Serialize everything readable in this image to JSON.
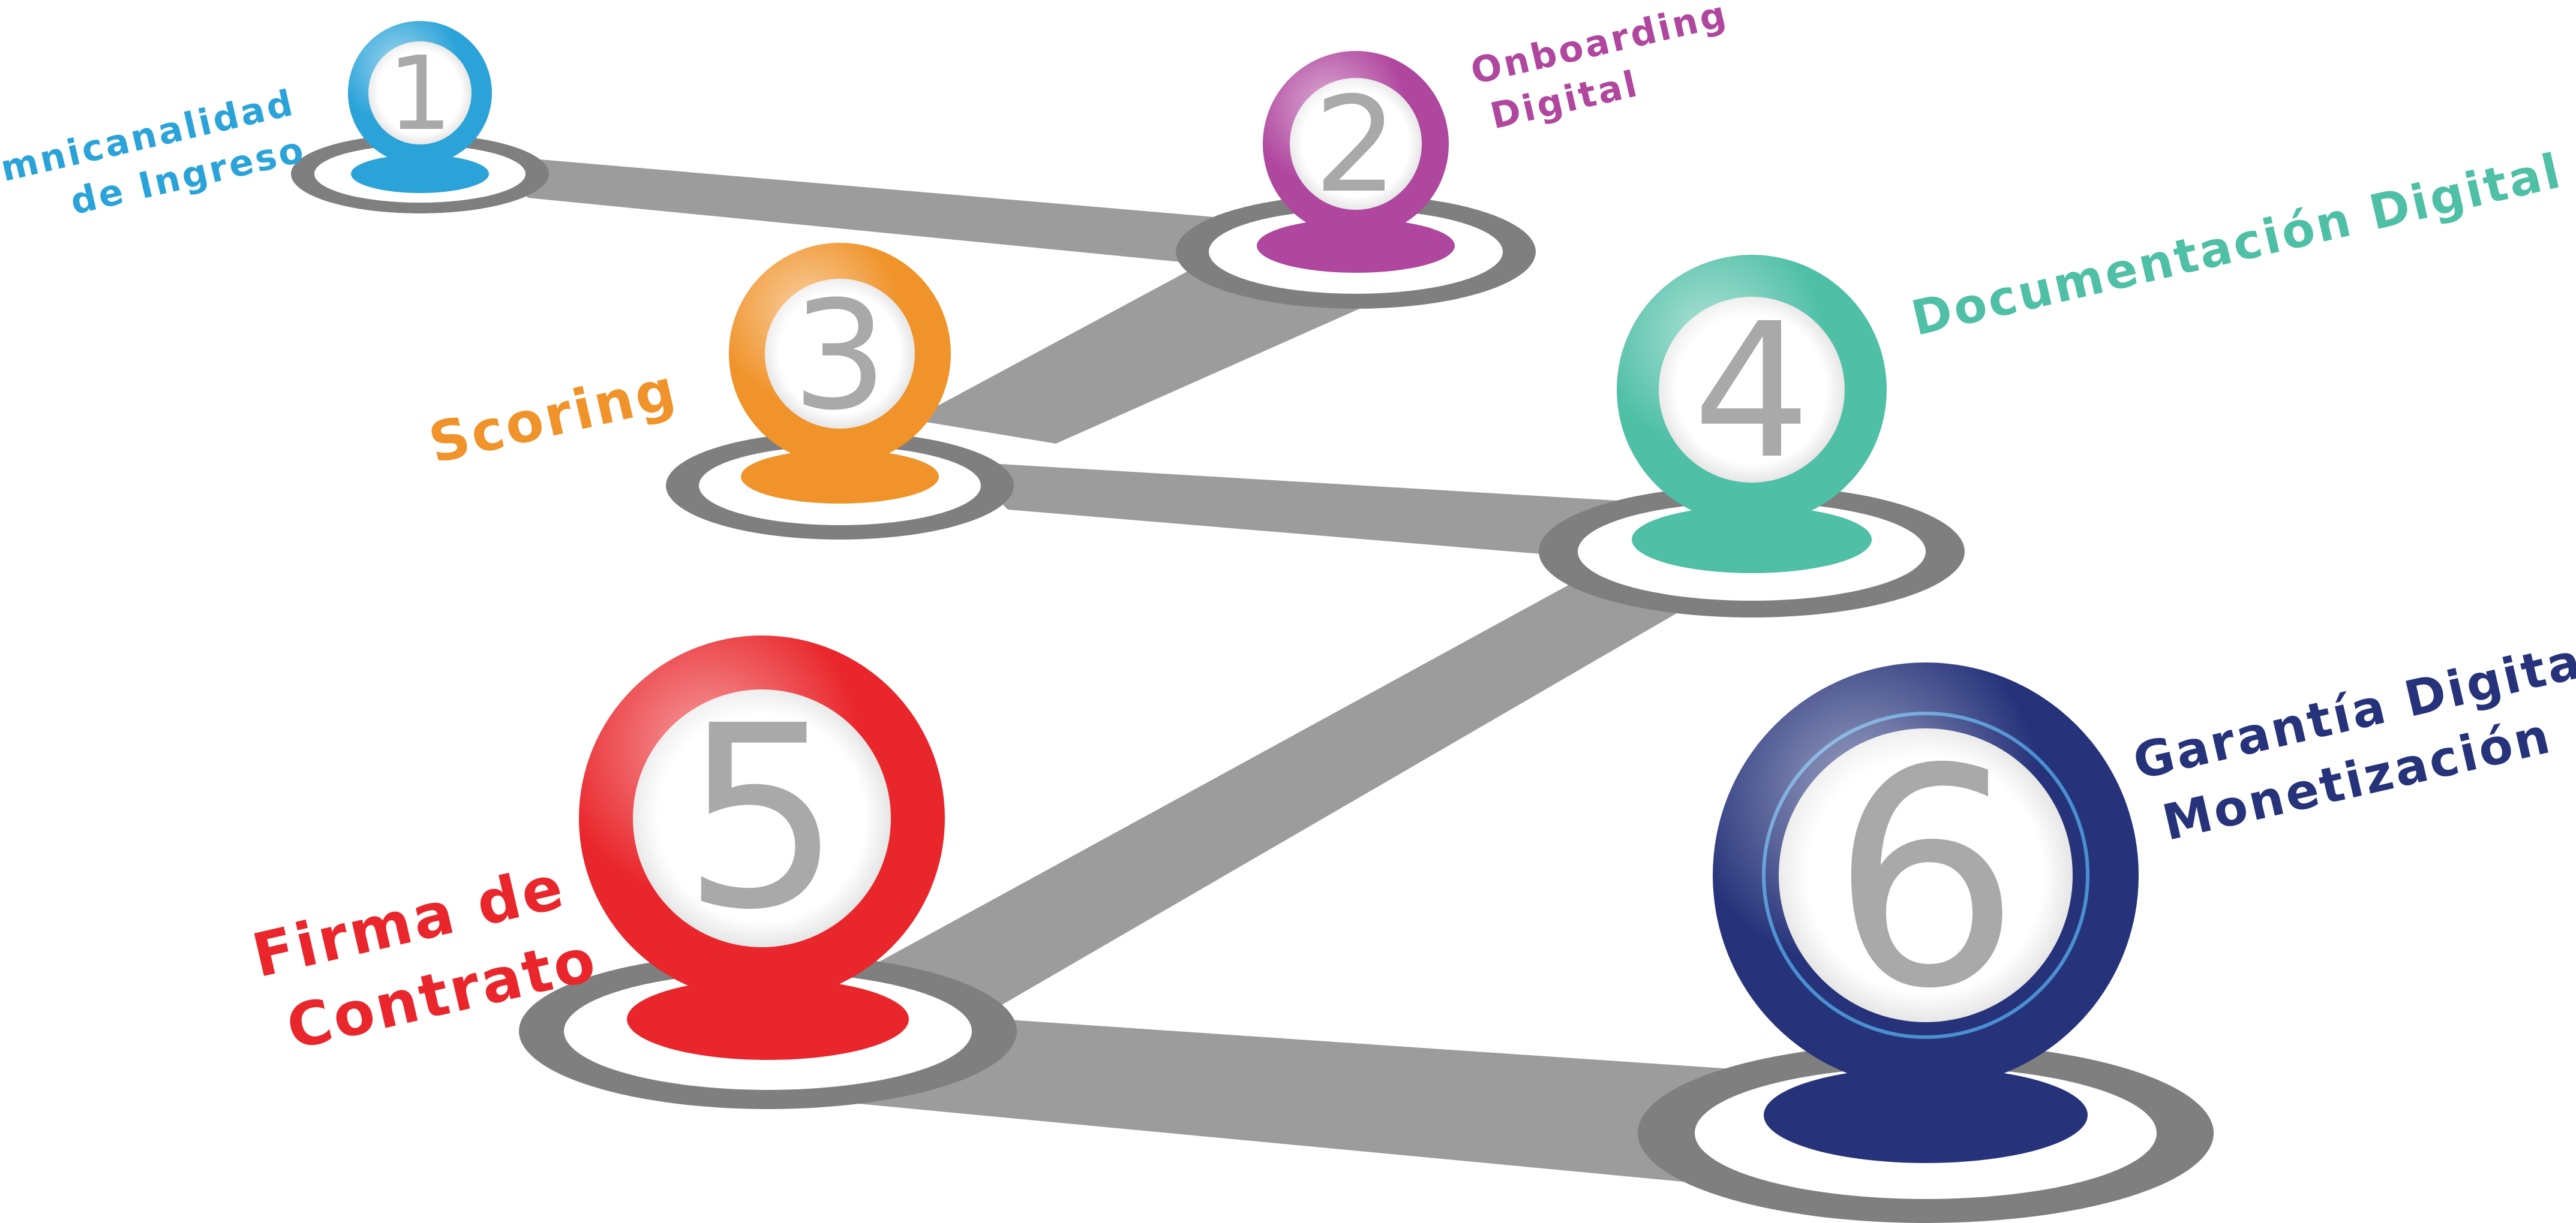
{
  "steps": [
    {
      "number": "1",
      "label_lines": [
        "Omnicanalidad",
        "de Ingreso"
      ],
      "color": "#2ba3d9"
    },
    {
      "number": "2",
      "label_lines": [
        "Onboarding",
        "Digital"
      ],
      "color": "#b0479f"
    },
    {
      "number": "3",
      "label_lines": [
        "Scoring"
      ],
      "color": "#f0932a"
    },
    {
      "number": "4",
      "label_lines": [
        "Documentación Digital"
      ],
      "color": "#4fbfa6"
    },
    {
      "number": "5",
      "label_lines": [
        "Firma de",
        "Contrato"
      ],
      "color": "#e9262b"
    },
    {
      "number": "6",
      "label_lines": [
        "Garantía Digital",
        "Monetización"
      ],
      "color": "#26337a"
    }
  ],
  "path_color": "#9c9c9c",
  "base_ring_color": "#7f7f7f"
}
